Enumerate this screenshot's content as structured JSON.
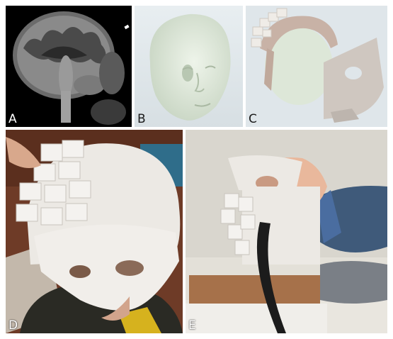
{
  "figure": {
    "panels": [
      {
        "id": "A",
        "label": "A"
      },
      {
        "id": "B",
        "label": "B"
      },
      {
        "id": "C",
        "label": "C"
      },
      {
        "id": "D",
        "label": "D"
      },
      {
        "id": "E",
        "label": "E"
      }
    ]
  },
  "colors": {
    "mri_background": "#000000",
    "model_background": "#dfe6ea",
    "face_model": "#dde7d8",
    "print_white": "#ece9e4",
    "helmet_brown": "#c8b2a6",
    "brick_wall": "#6e3b27",
    "shirt_blue": "#3f5a7a",
    "wood": "#a6714a"
  }
}
